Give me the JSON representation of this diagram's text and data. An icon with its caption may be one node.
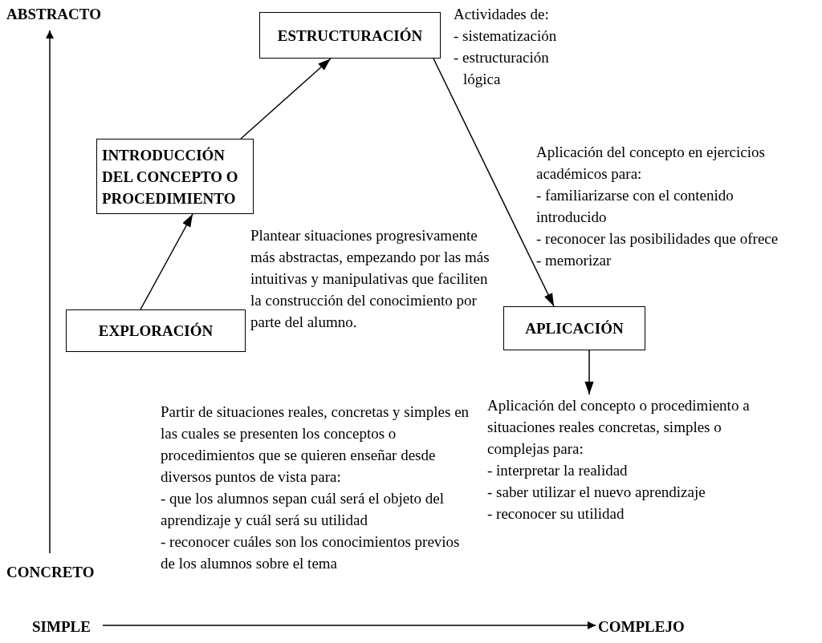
{
  "diagram": {
    "nodes": [
      {
        "text": [
          "ESTRUCTURACIÓN"
        ]
      },
      {
        "text": [
          "INTRODUCCIÓN DEL CONCEPTO O PROCEDIMIENTO"
        ]
      },
      {
        "text": [
          "EXPLORACIÓN"
        ]
      },
      {
        "text": [
          "APLICACIÓN"
        ]
      },
      {
        "text": [
          "Aplicación del concepto o procedimiento a situaciones reales concretas, simples o complejas para:",
          "- interpretar la realidad",
          "- saber utilizar el nuevo aprendizaje",
          "- reconocer su utilidad"
        ]
      }
    ],
    "edges": [
      {
        "from": 2,
        "to": 1,
        "arrow": "to"
      },
      {
        "from": 1,
        "to": 0,
        "arrow": "to"
      },
      {
        "from": 0,
        "to": 3,
        "arrow": "to"
      },
      {
        "from": 3,
        "to": 4,
        "arrow": "to"
      }
    ],
    "labels": [
      "ABSTRACTO",
      "Actividades de:",
      "- sistematización",
      "- estructuración lógica",
      "Aplicación del concepto en ejercicios académicos para:",
      "- familiarizarse con el contenido introducido",
      "- reconocer las posibilidades que ofrece",
      "- memorizar",
      "Plantear situaciones progresivamente más abstractas, empezando por las más intuitivas y manipulativas que faciliten la construcción del conocimiento por parte del alumno.",
      "Partir de situaciones reales, concretas y simples en las cuales se presenten los conceptos o procedimientos que se quieren enseñar desde diversos puntos de vista para:",
      "- que los alumnos sepan cuál será el objeto del aprendizaje y cuál será su utilidad",
      "- reconocer cuáles son los conocimientos previos de los alumnos sobre el tema",
      "CONCRETO",
      "SIMPLE",
      "COMPLEJO"
    ]
  }
}
